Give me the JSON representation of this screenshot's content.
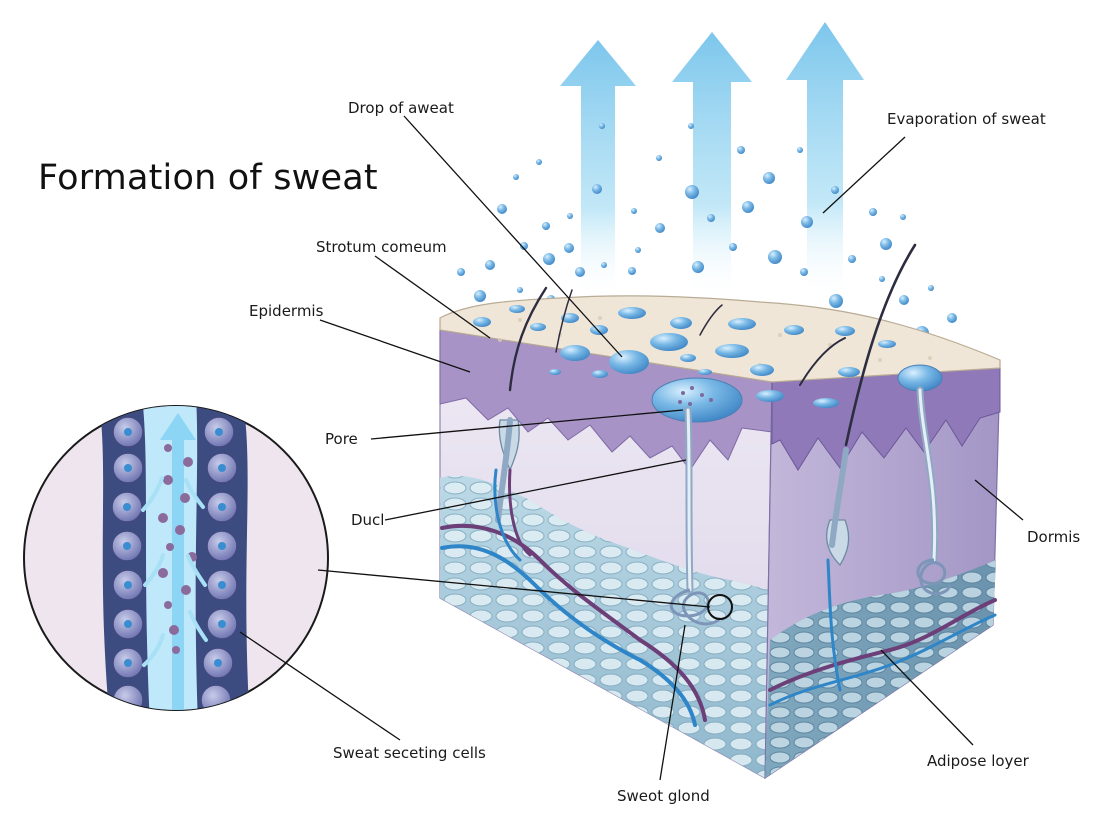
{
  "title": "Formation of sweat",
  "labels": {
    "drop_of_sweat": "Drop of aweat",
    "evaporation_of_sweat": "Evaporation of sweat",
    "stratum_corneum": "Strotum comeum",
    "epidermis": "Epidermis",
    "pore": "Pore",
    "duct": "Ducl",
    "dermis": "Dormis",
    "sweat_secreting_cells": "Sweat seceting cells",
    "adipose_layer": "Adipose loyer",
    "sweat_gland": "Sweot glond"
  },
  "colors": {
    "evaporation_arrow": "#8fd0ee",
    "sweat_drop": "#6fb4e3",
    "stratum_corneum": "#ece3d6",
    "epidermis": "#9a86bd",
    "dermis": "#d2c8e3",
    "dermis_side": "#b2a6cf",
    "adipose": "#a9cfe0",
    "vein": "#6d3f78",
    "artery": "#2e86c8"
  }
}
